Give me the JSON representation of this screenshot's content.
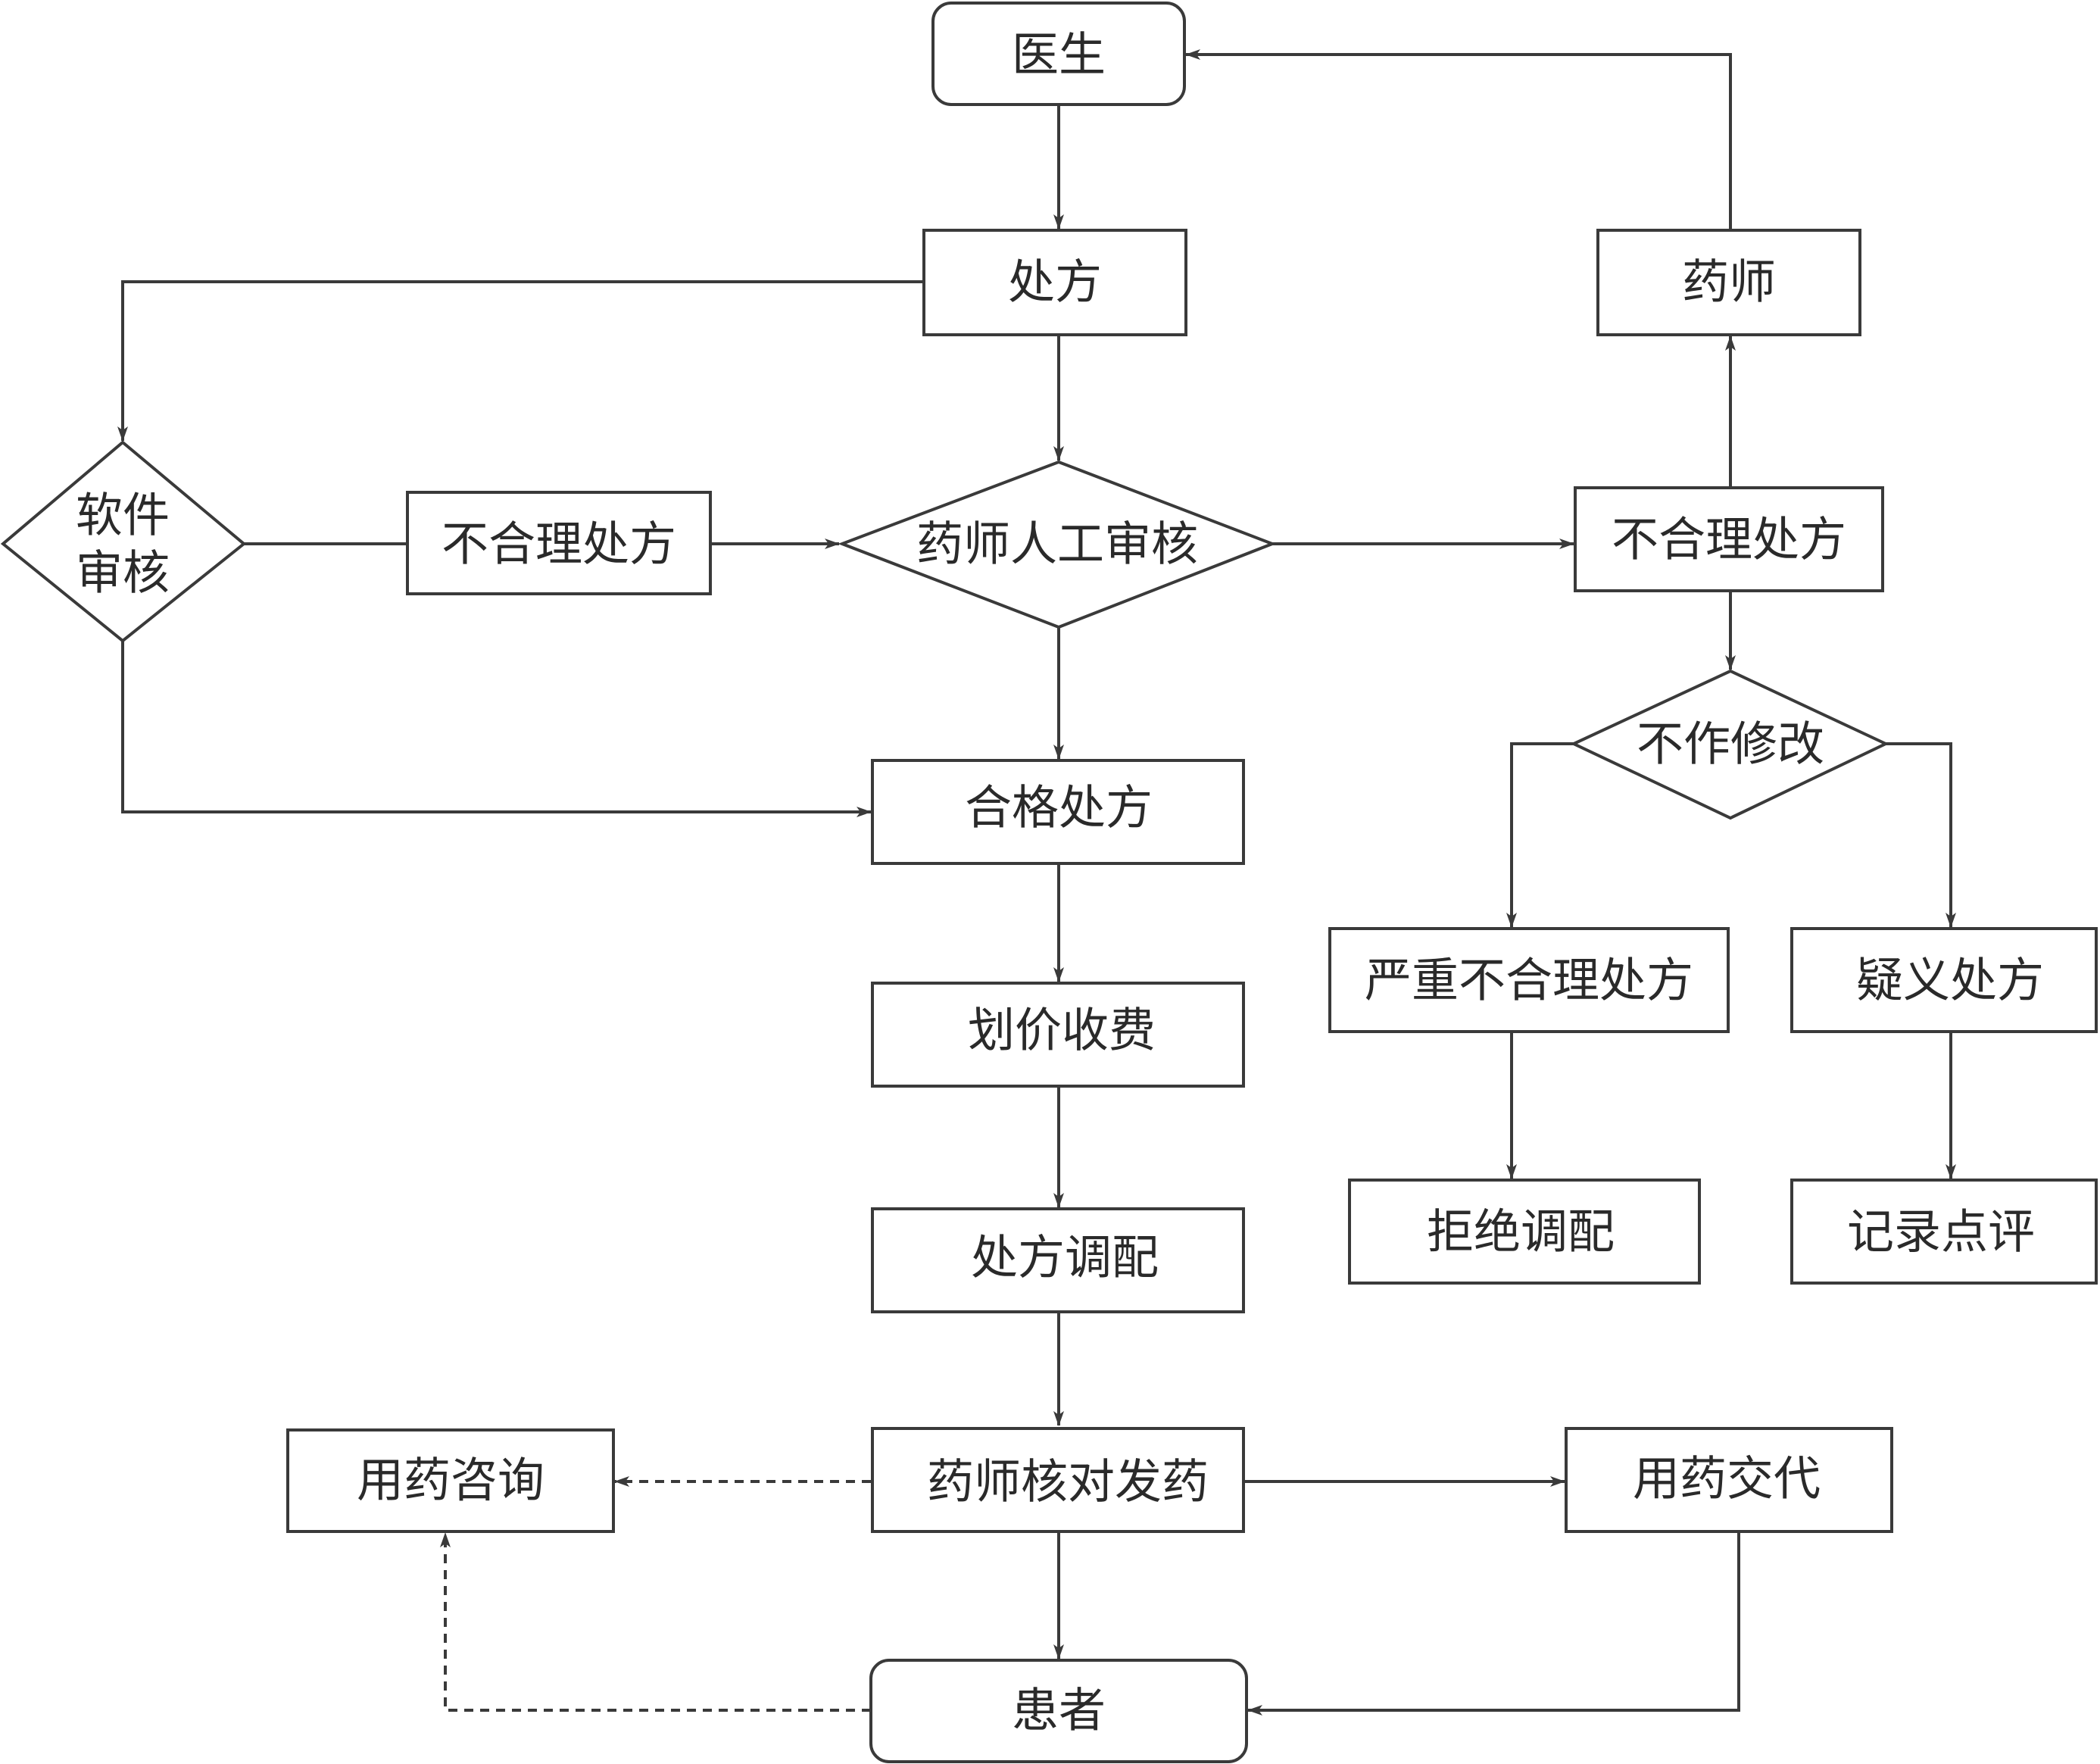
{
  "nodes": {
    "doctor": "医生",
    "prescription": "处方",
    "pharmacist_top": "药师",
    "software_review_line1": "软件",
    "software_review_line2": "审核",
    "unreasonable_left": "不合理处方",
    "manual_review": "药师人工审核",
    "unreasonable_right": "不合理处方",
    "no_modification": "不作修改",
    "qualified": "合格处方",
    "pricing": "划价收费",
    "dispensing": "处方调配",
    "severe": "严重不合理处方",
    "doubtful": "疑义处方",
    "refuse": "拒绝调配",
    "record": "记录点评",
    "check_dispense": "药师核对发药",
    "consult": "用药咨询",
    "instruct": "用药交代",
    "patient": "患者"
  },
  "colors": {
    "stroke": "#3a3a3a",
    "text": "#2a2a2a",
    "background": "#ffffff"
  }
}
